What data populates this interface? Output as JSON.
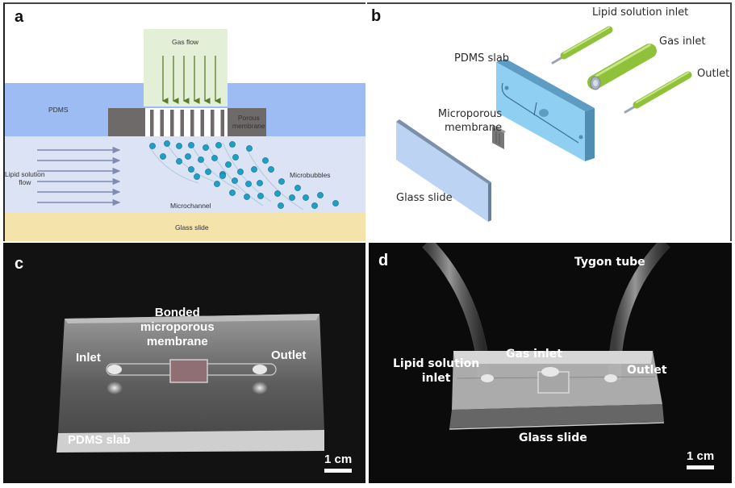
{
  "figure": {
    "panels": {
      "a": {
        "letter": "a",
        "type": "schematic cross-section",
        "labels": {
          "gas_flow": "Gas flow",
          "pdms": "PDMS",
          "porous_membrane_line1": "Porous",
          "porous_membrane_line2": "membrane",
          "lipid_flow_line1": "Lipid solution",
          "lipid_flow_line2": "flow",
          "microbubbles": "Microbubbles",
          "microchannel": "Microchannel",
          "glass_slide": "Glass slide"
        },
        "colors": {
          "gas_zone": "#e3efd7",
          "gas_arrow": "#5b7a2a",
          "pdms": "#9dbcf3",
          "membrane": "#6e6a69",
          "channel": "#dbe3f5",
          "flow_arrow": "#7f8bb0",
          "bubble": "#1e9fc4",
          "glass": "#f4e3aa"
        },
        "gas_arrow_count": 6,
        "flow_arrow_count": 6,
        "membrane_pore_count": 8
      },
      "b": {
        "letter": "b",
        "type": "exploded 3D assembly",
        "labels": {
          "lipid_inlet": "Lipid solution inlet",
          "gas_inlet": "Gas inlet",
          "outlet": "Outlet",
          "pdms_slab": "PDMS slab",
          "membrane_line1": "Microporous",
          "membrane_line2": "membrane",
          "glass_slide": "Glass slide"
        },
        "colors": {
          "slab": "#8fd0f2",
          "slab_side": "#4f8db3",
          "tube": "#8fc23a",
          "glass": "#bcd3f3",
          "membrane": "#6b6b6b"
        }
      },
      "c": {
        "letter": "c",
        "type": "photograph",
        "labels": {
          "bonded_line1": "Bonded",
          "bonded_line2": "microporous",
          "bonded_line3": "membrane",
          "inlet": "Inlet",
          "outlet": "Outlet",
          "pdms_slab": "PDMS slab"
        },
        "scale_bar": "1 cm"
      },
      "d": {
        "letter": "d",
        "type": "photograph",
        "labels": {
          "tygon_tube": "Tygon tube",
          "lipid_inlet_line1": "Lipid solution",
          "lipid_inlet_line2": "inlet",
          "gas_inlet": "Gas inlet",
          "outlet": "Outlet",
          "glass_slide": "Glass slide"
        },
        "scale_bar": "1 cm"
      }
    }
  }
}
